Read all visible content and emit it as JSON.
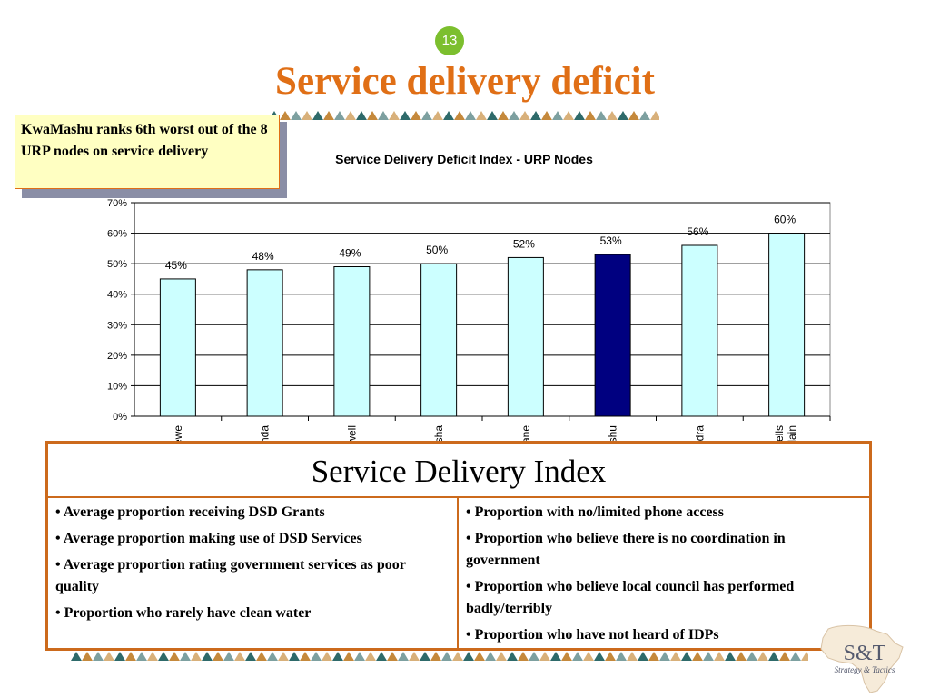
{
  "slide": {
    "number": "13",
    "title": "Service delivery deficit",
    "callout": "KwaMashu ranks 6th worst out of  the 8 URP nodes on service delivery"
  },
  "colors": {
    "accent": "#e06f16",
    "box_border": "#cc6a1c",
    "bar_default": "#ccffff",
    "bar_highlight": "#000080",
    "callout_bg": "#ffffc2",
    "badge": "#7cbf2e"
  },
  "chart_data": {
    "type": "bar",
    "title": "Service Delivery Deficit  Index - URP Nodes",
    "categories": [
      "Galeshewe",
      "Inanda",
      "Motherwell",
      "Khayelitsha",
      "Mdantsane",
      "KwaMashu",
      "Alexandra",
      "Mitchells Plain"
    ],
    "values": [
      45,
      48,
      49,
      50,
      52,
      53,
      56,
      60
    ],
    "data_labels": [
      "45%",
      "48%",
      "49%",
      "50%",
      "52%",
      "53%",
      "56%",
      "60%"
    ],
    "ylim": [
      0,
      70
    ],
    "yticks": [
      "0%",
      "10%",
      "20%",
      "30%",
      "40%",
      "50%",
      "60%",
      "70%"
    ],
    "highlight": "KwaMashu",
    "grid": true
  },
  "sdi": {
    "title": "Service Delivery Index",
    "left": [
      "• Average proportion receiving DSD Grants",
      "• Average proportion making use of  DSD Services",
      "• Average proportion rating government services as poor quality",
      "• Proportion who rarely have clean water"
    ],
    "right": [
      "• Proportion with no/limited phone access",
      "• Proportion who believe there is no coordination in government",
      "• Proportion who believe local council has performed badly/terribly",
      "• Proportion who have not heard of  IDPs"
    ]
  },
  "logo": {
    "brand": "S&T",
    "tagline": "Strategy & Tactics"
  }
}
